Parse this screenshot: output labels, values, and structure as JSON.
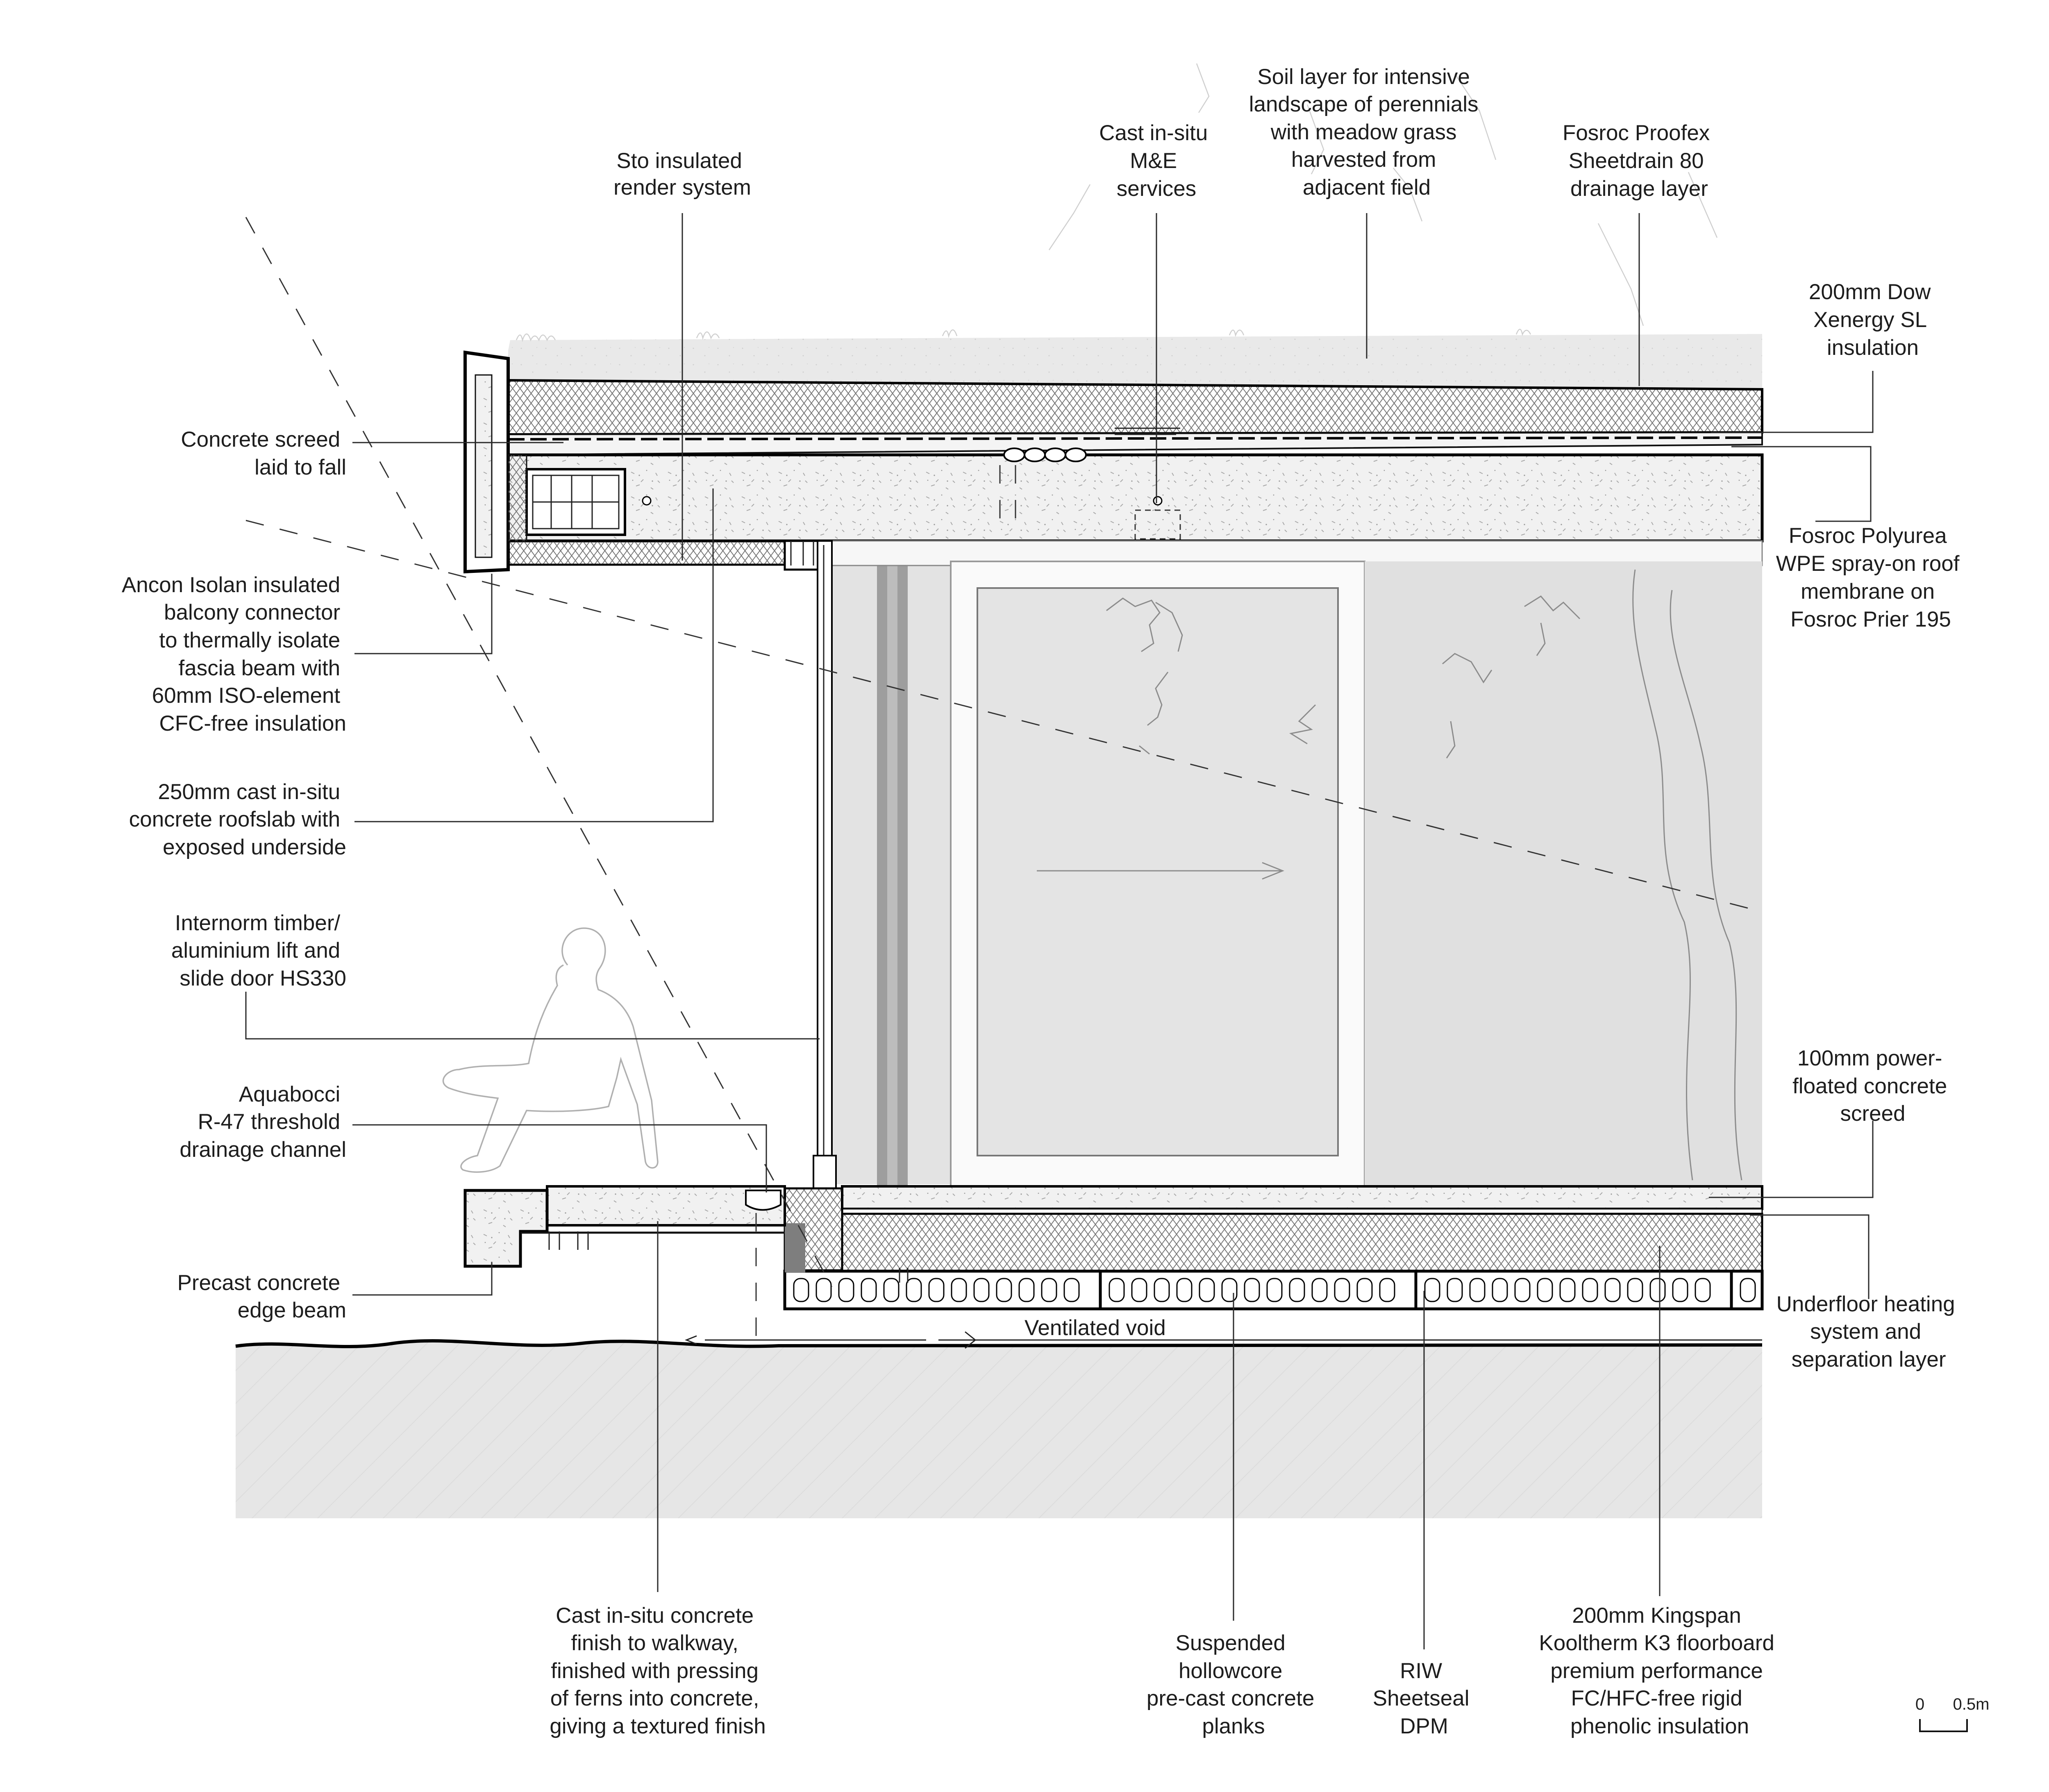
{
  "labels": {
    "sto_render": [
      "Sto insulated",
      "render system"
    ],
    "cast_me": [
      "Cast in-situ",
      "M&E",
      "services"
    ],
    "soil_layer": [
      "Soil layer for intensive",
      "landscape of perennials",
      "with meadow grass",
      "harvested from",
      "adjacent field"
    ],
    "fosroc_proofex": [
      "Fosroc Proofex",
      "Sheetdrain 80",
      "drainage layer"
    ],
    "dow_xenergy": [
      "200mm Dow",
      "Xenergy SL",
      "insulation"
    ],
    "concrete_screed_fall": [
      "Concrete screed",
      "laid to fall"
    ],
    "fosroc_polyurea": [
      "Fosroc Polyurea",
      "WPE spray-on roof",
      "membrane on",
      "Fosroc Prier 195"
    ],
    "ancon_isolan": [
      "Ancon Isolan insulated",
      "balcony connector",
      "to thermally isolate",
      "fascia beam with",
      "60mm ISO-element",
      "CFC-free insulation"
    ],
    "roofslab": [
      "250mm cast in-situ",
      "concrete roofslab with",
      "exposed underside"
    ],
    "internorm": [
      "Internorm timber/",
      "aluminium lift and",
      "slide door HS330"
    ],
    "aquabocci": [
      "Aquabocci",
      "R-47 threshold",
      "drainage channel"
    ],
    "power_floated": [
      "100mm power-",
      "floated concrete",
      "screed"
    ],
    "precast_edge": [
      "Precast concrete",
      "edge beam"
    ],
    "ventilated_void": "Ventilated void",
    "underfloor": [
      "Underfloor heating",
      "system and",
      "separation layer"
    ],
    "walkway": [
      "Cast in-situ concrete",
      "finish to walkway,",
      "finished with pressing",
      "of ferns into concrete,",
      "giving a textured finish"
    ],
    "hollowcore": [
      "Suspended",
      "hollowcore",
      "pre-cast concrete",
      "planks"
    ],
    "riw": [
      "RIW",
      "Sheetseal",
      "DPM"
    ],
    "kingspan": [
      "200mm Kingspan",
      "Kooltherm K3 floorboard",
      "premium performance",
      "FC/HFC-free rigid",
      "phenolic insulation"
    ]
  },
  "scale_bar": {
    "start": "0",
    "end": "0.5m"
  }
}
